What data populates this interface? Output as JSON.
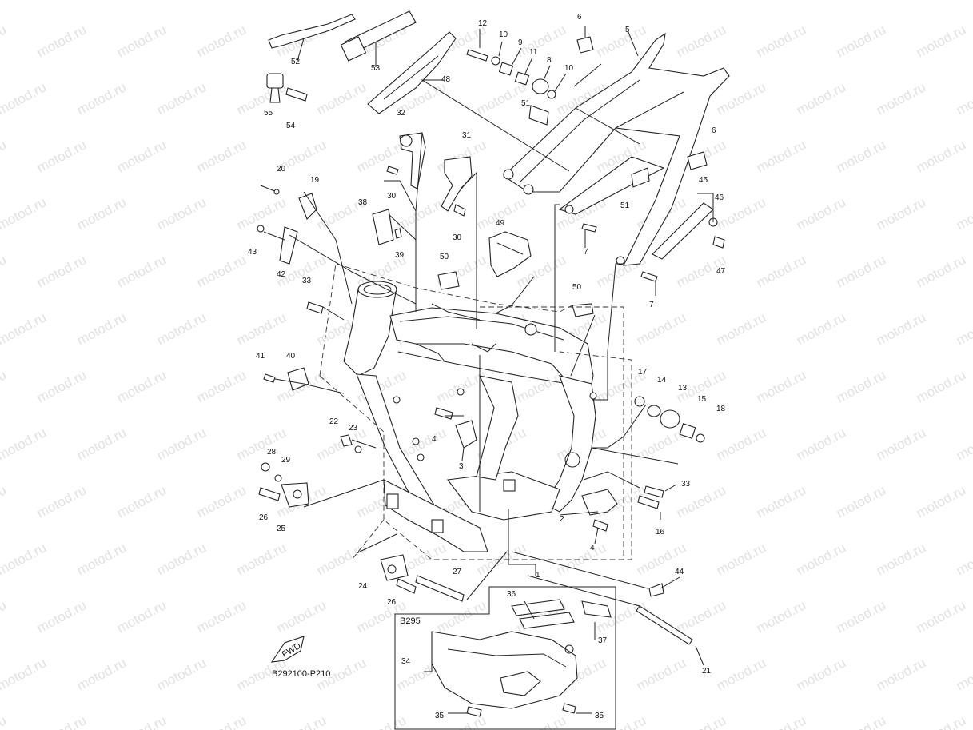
{
  "watermark_text": "motod.ru",
  "diagram": {
    "code": "B292100-P210",
    "inset_label": "B295",
    "fwd_label": "FWD",
    "parts": [
      {
        "id": "p1",
        "label": "1"
      },
      {
        "id": "p2",
        "label": "2"
      },
      {
        "id": "p3",
        "label": "3"
      },
      {
        "id": "p4a",
        "label": "4"
      },
      {
        "id": "p4b",
        "label": "4"
      },
      {
        "id": "p5",
        "label": "5"
      },
      {
        "id": "p6a",
        "label": "6"
      },
      {
        "id": "p6b",
        "label": "6"
      },
      {
        "id": "p7a",
        "label": "7"
      },
      {
        "id": "p7b",
        "label": "7"
      },
      {
        "id": "p8",
        "label": "8"
      },
      {
        "id": "p9",
        "label": "9"
      },
      {
        "id": "p10a",
        "label": "10"
      },
      {
        "id": "p10b",
        "label": "10"
      },
      {
        "id": "p11",
        "label": "11"
      },
      {
        "id": "p12",
        "label": "12"
      },
      {
        "id": "p13",
        "label": "13"
      },
      {
        "id": "p14",
        "label": "14"
      },
      {
        "id": "p15",
        "label": "15"
      },
      {
        "id": "p16",
        "label": "16"
      },
      {
        "id": "p17",
        "label": "17"
      },
      {
        "id": "p18",
        "label": "18"
      },
      {
        "id": "p19",
        "label": "19"
      },
      {
        "id": "p20",
        "label": "20"
      },
      {
        "id": "p21",
        "label": "21"
      },
      {
        "id": "p22",
        "label": "22"
      },
      {
        "id": "p23",
        "label": "23"
      },
      {
        "id": "p24",
        "label": "24"
      },
      {
        "id": "p25",
        "label": "25"
      },
      {
        "id": "p26a",
        "label": "26"
      },
      {
        "id": "p26b",
        "label": "26"
      },
      {
        "id": "p27",
        "label": "27"
      },
      {
        "id": "p28",
        "label": "28"
      },
      {
        "id": "p29",
        "label": "29"
      },
      {
        "id": "p30a",
        "label": "30"
      },
      {
        "id": "p30b",
        "label": "30"
      },
      {
        "id": "p31",
        "label": "31"
      },
      {
        "id": "p32",
        "label": "32"
      },
      {
        "id": "p33a",
        "label": "33"
      },
      {
        "id": "p33b",
        "label": "33"
      },
      {
        "id": "p34",
        "label": "34"
      },
      {
        "id": "p35a",
        "label": "35"
      },
      {
        "id": "p35b",
        "label": "35"
      },
      {
        "id": "p36",
        "label": "36"
      },
      {
        "id": "p37",
        "label": "37"
      },
      {
        "id": "p38",
        "label": "38"
      },
      {
        "id": "p39",
        "label": "39"
      },
      {
        "id": "p40",
        "label": "40"
      },
      {
        "id": "p41",
        "label": "41"
      },
      {
        "id": "p42",
        "label": "42"
      },
      {
        "id": "p43",
        "label": "43"
      },
      {
        "id": "p44",
        "label": "44"
      },
      {
        "id": "p45",
        "label": "45"
      },
      {
        "id": "p46",
        "label": "46"
      },
      {
        "id": "p47",
        "label": "47"
      },
      {
        "id": "p48",
        "label": "48"
      },
      {
        "id": "p49",
        "label": "49"
      },
      {
        "id": "p50a",
        "label": "50"
      },
      {
        "id": "p50b",
        "label": "50"
      },
      {
        "id": "p51a",
        "label": "51"
      },
      {
        "id": "p51b",
        "label": "51"
      },
      {
        "id": "p52",
        "label": "52"
      },
      {
        "id": "p53",
        "label": "53"
      },
      {
        "id": "p54",
        "label": "54"
      },
      {
        "id": "p55",
        "label": "55"
      }
    ]
  }
}
